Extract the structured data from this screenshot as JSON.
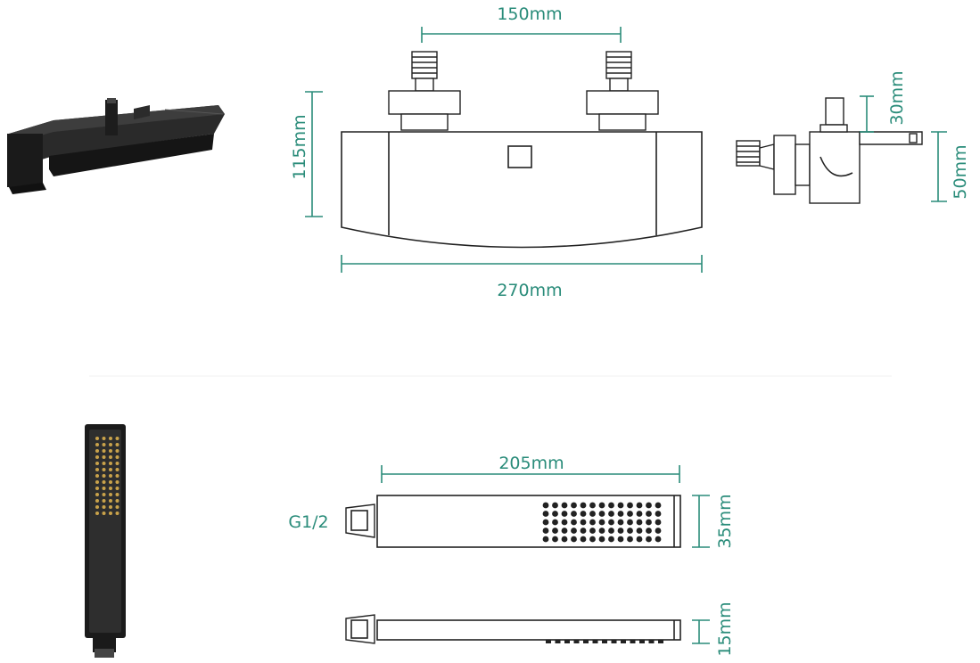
{
  "dimensions": {
    "top_width": "150mm",
    "total_width": "270mm",
    "height": "115mm",
    "side_top": "30mm",
    "side_height": "50mm",
    "shower_length": "205mm",
    "shower_width": "35mm",
    "shower_thickness": "15mm",
    "thread": "G1/2"
  },
  "colors": {
    "dimension": "#2a8c7a",
    "drawing": "#222222",
    "product": "#1c1c1c"
  },
  "icons": {
    "faucet_photo": "bathtub-faucet-photo",
    "handshower_photo": "hand-shower-photo"
  }
}
